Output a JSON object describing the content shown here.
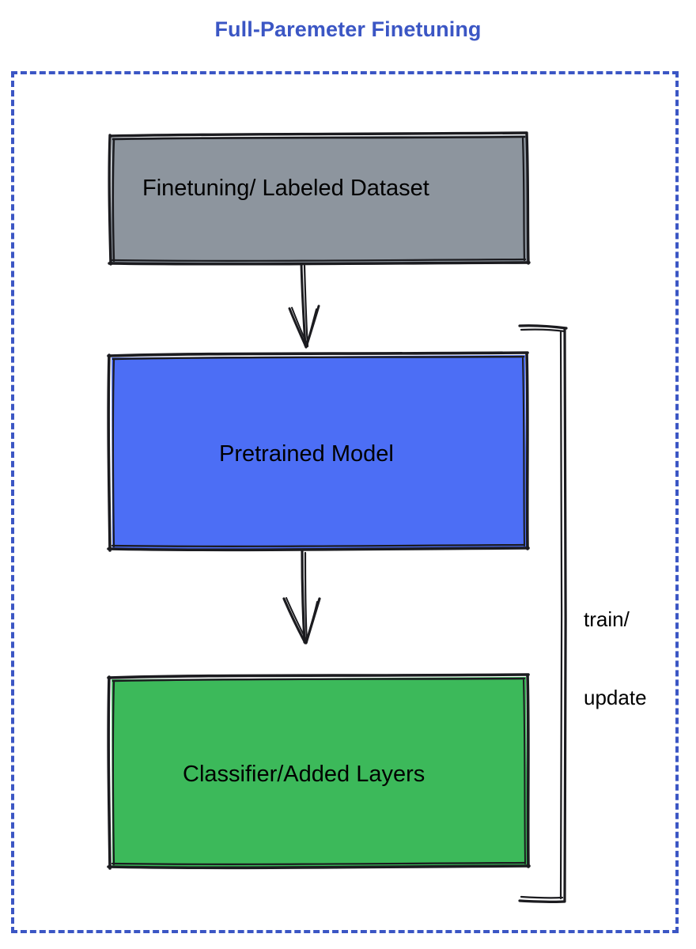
{
  "diagram": {
    "title": "Full-Paremeter Finetuning",
    "title_color": "#3b56c4",
    "frame": {
      "style": "dashed",
      "color": "#3b56c4"
    },
    "nodes": [
      {
        "id": "dataset",
        "label": "Finetuning/ Labeled Dataset",
        "fill": "#8d959e",
        "stroke": "#1b1b1f",
        "shape": "rectangle"
      },
      {
        "id": "pretrained",
        "label": "Pretrained Model",
        "fill": "#4c6ef5",
        "stroke": "#1b1b1f",
        "shape": "rectangle"
      },
      {
        "id": "classifier",
        "label": "Classifier/Added Layers",
        "fill": "#3cb95a",
        "stroke": "#1b1b1f",
        "shape": "rectangle"
      }
    ],
    "edges": [
      {
        "id": "dataset-to-pretrained",
        "from": "dataset",
        "to": "pretrained",
        "label": "",
        "arrow": "down"
      },
      {
        "id": "pretrained-to-classifier",
        "from": "pretrained",
        "to": "classifier",
        "label": "",
        "arrow": "down"
      },
      {
        "id": "feedback-bracket",
        "from": "classifier",
        "to": "pretrained",
        "label": "train/\nupdate",
        "label_line1": "train/",
        "label_line2": "update",
        "arrow": "none"
      }
    ]
  }
}
